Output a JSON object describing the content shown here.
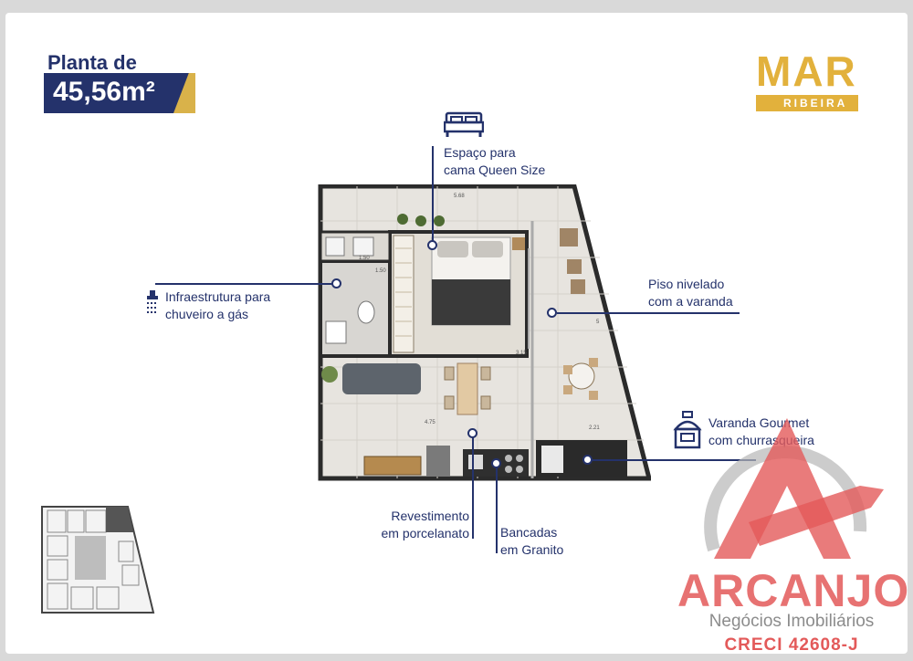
{
  "header": {
    "title_line1": "Planta de",
    "title_area": "45,56m²"
  },
  "brand": {
    "name": "MAR",
    "subname": "RIBEIRA"
  },
  "features": [
    {
      "line1": "Espaço para",
      "line2": "cama Queen Size",
      "icon": "bed-icon"
    },
    {
      "line1": "Infraestrutura para",
      "line2": "chuveiro a gás",
      "icon": "shower-icon"
    },
    {
      "line1": "Piso nivelado",
      "line2": "com a varanda"
    },
    {
      "line1": "Varanda Gourmet",
      "line2": "com churrasqueira",
      "icon": "grill-icon"
    },
    {
      "line1": "Revestimento",
      "line2": "em porcelanato"
    },
    {
      "line1": "Bancadas",
      "line2": "em Granito"
    }
  ],
  "plan_dimensions": [
    "5.68",
    "1.50",
    "1.50",
    "3.15",
    "4.75",
    "2.21",
    "5"
  ],
  "watermark": {
    "name": "ARCANJO",
    "subtitle": "Negócios Imobiliários",
    "creci": "CRECI 42608-J"
  },
  "colors": {
    "navy": "#24326b",
    "gold": "#e2b13c",
    "watermark_red": "#e35a5a"
  }
}
